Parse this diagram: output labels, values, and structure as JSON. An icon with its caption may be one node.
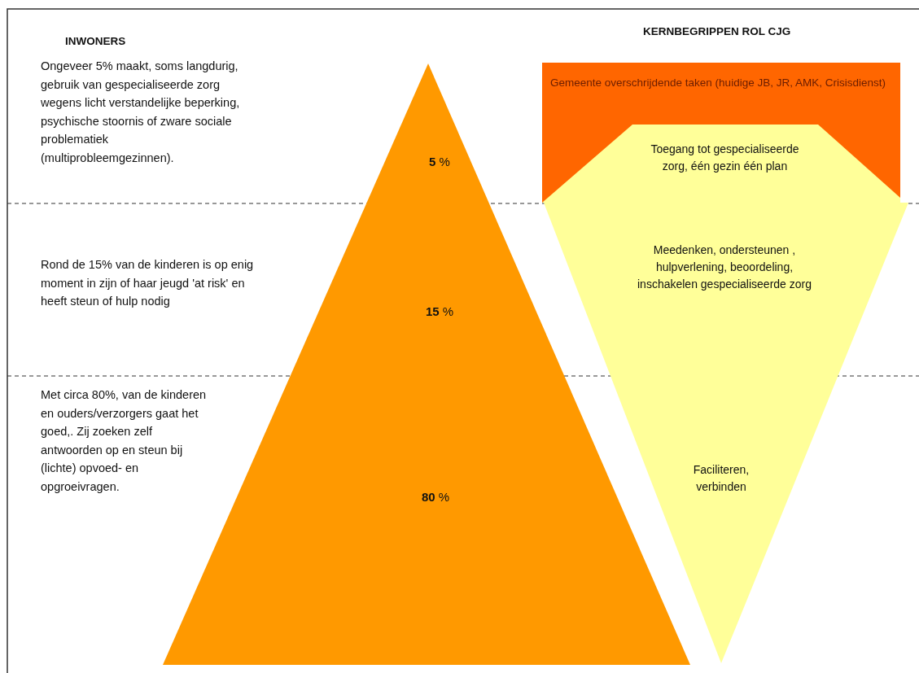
{
  "diagram": {
    "nodes": [
      {
        "text": [
          "**5** %",
          "**15** %",
          "**80** %"
        ]
      },
      {
        "text": [
          "Gemeente overschrijdende taken (huidige JB, JR, AMK, Crisisdienst)"
        ]
      },
      {
        "text": [
          "Toegang tot gespecialiseerde zorg, één gezin één plan"
        ],
        "in": 1
      },
      {
        "text": [
          "Meedenken, ondersteunen , hulpverlening, beoordeling, inschakelen gespecialiseerde zorg",
          "Faciliteren, verbinden"
        ]
      }
    ],
    "labels": [
      "INWONERS",
      "KERNBEGRIPPEN ROL CJG",
      "Ongeveer 5% maakt, soms langdurig, gebruik van gespecialiseerde zorg wegens licht verstandelijke beperking, psychische stoornis of zware sociale problematiek (multiprobleemgezinnen).",
      "Rond de 15% van de kinderen is op enig moment in zijn of haar jeugd  'at risk' en heeft steun of hulp nodig",
      "Met circa 80%, van de kinderen en ouders/verzorgers gaat het goed,. Zij zoeken zelf antwoorden op en steun bij  (lichte) opvoed- en opgroeivragen."
    ]
  }
}
